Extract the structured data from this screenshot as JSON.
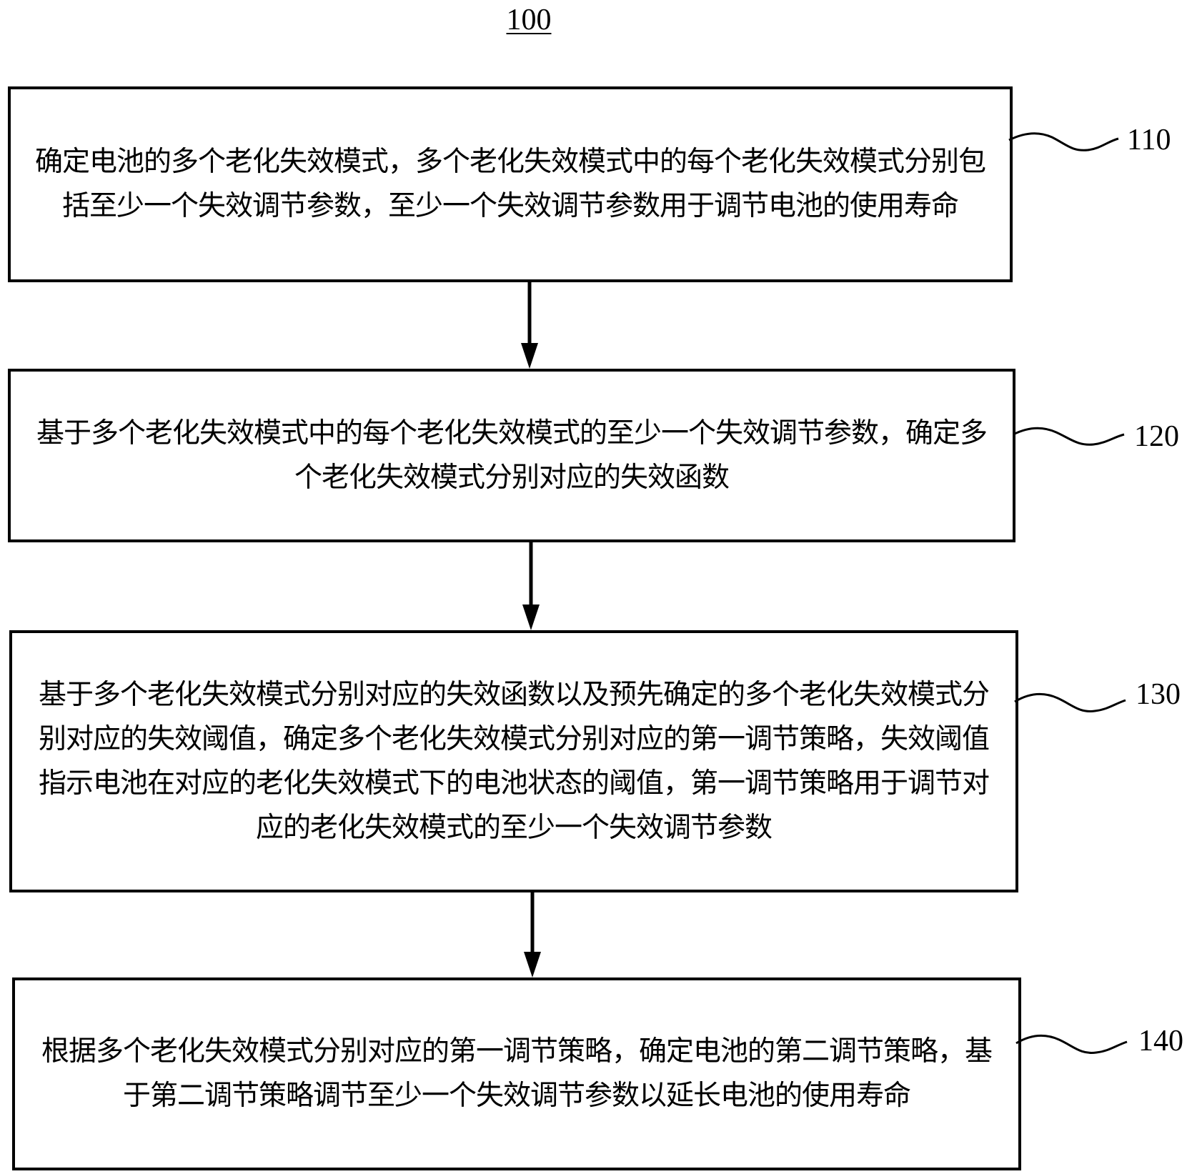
{
  "figure": {
    "number": "100"
  },
  "steps": [
    {
      "ref": "110",
      "text": "确定电池的多个老化失效模式，多个老化失效模式中的每个老化失效模式分别包括至少一个失效调节参数，至少一个失效调节参数用于调节电池的使用寿命"
    },
    {
      "ref": "120",
      "text": "基于多个老化失效模式中的每个老化失效模式的至少一个失效调节参数，确定多个老化失效模式分别对应的失效函数"
    },
    {
      "ref": "130",
      "text": "基于多个老化失效模式分别对应的失效函数以及预先确定的多个老化失效模式分别对应的失效阈值，确定多个老化失效模式分别对应的第一调节策略，失效阈值指示电池在对应的老化失效模式下的电池状态的阈值，第一调节策略用于调节对应的老化失效模式的至少一个失效调节参数"
    },
    {
      "ref": "140",
      "text": "根据多个老化失效模式分别对应的第一调节策略，确定电池的第二调节策略，基于第二调节策略调节至少一个失效调节参数以延长电池的使用寿命"
    }
  ]
}
